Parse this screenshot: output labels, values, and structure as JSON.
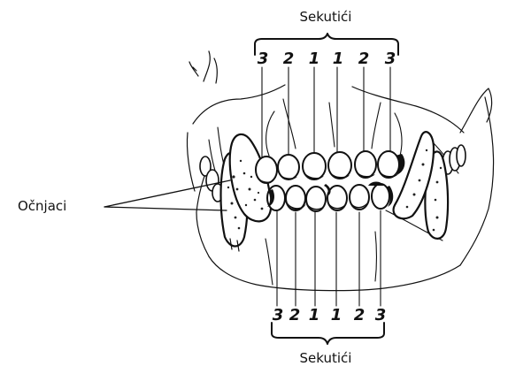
{
  "labels": {
    "top_group": "Sekutići",
    "bottom_group": "Sekutići",
    "side": "Očnjaci"
  },
  "upper_incisor_numbers": [
    "3",
    "2",
    "1",
    "1",
    "2",
    "3"
  ],
  "lower_incisor_numbers": [
    "3",
    "2",
    "1",
    "1",
    "2",
    "3"
  ],
  "colors": {
    "ink": "#111111",
    "background": "#ffffff"
  }
}
